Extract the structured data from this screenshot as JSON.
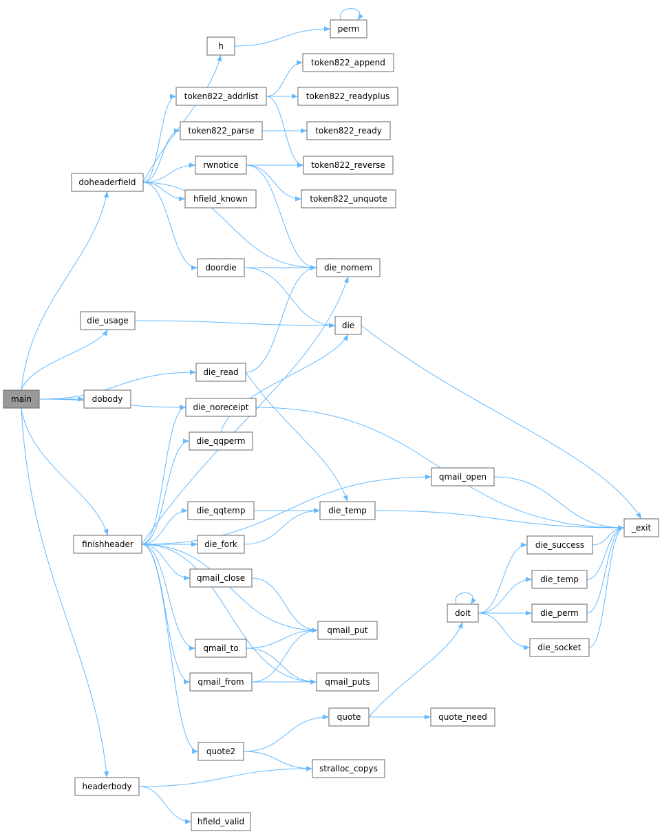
{
  "diagram": {
    "edge_color": "#63b8ff",
    "root_fill": "#999999",
    "node_fill": "#ffffff",
    "node_border": "#666666",
    "nodes": [
      {
        "id": "main",
        "label": "main",
        "root": true
      },
      {
        "id": "doheaderfield",
        "label": "doheaderfield"
      },
      {
        "id": "die_usage",
        "label": "die_usage"
      },
      {
        "id": "dobody",
        "label": "dobody"
      },
      {
        "id": "finishheader",
        "label": "finishheader"
      },
      {
        "id": "headerbody",
        "label": "headerbody"
      },
      {
        "id": "h",
        "label": "h"
      },
      {
        "id": "perm",
        "label": "perm"
      },
      {
        "id": "token822_addrlist",
        "label": "token822_addrlist"
      },
      {
        "id": "token822_parse",
        "label": "token822_parse"
      },
      {
        "id": "rwnotice",
        "label": "rwnotice"
      },
      {
        "id": "hfield_known",
        "label": "hfield_known"
      },
      {
        "id": "doordie",
        "label": "doordie"
      },
      {
        "id": "die_read",
        "label": "die_read"
      },
      {
        "id": "die_noreceipt",
        "label": "die_noreceipt"
      },
      {
        "id": "die_qqperm",
        "label": "die_qqperm"
      },
      {
        "id": "die_qqtemp",
        "label": "die_qqtemp"
      },
      {
        "id": "die_fork",
        "label": "die_fork"
      },
      {
        "id": "qmail_close",
        "label": "qmail_close"
      },
      {
        "id": "qmail_to",
        "label": "qmail_to"
      },
      {
        "id": "qmail_from",
        "label": "qmail_from"
      },
      {
        "id": "quote2",
        "label": "quote2"
      },
      {
        "id": "hfield_valid",
        "label": "hfield_valid"
      },
      {
        "id": "token822_append",
        "label": "token822_append"
      },
      {
        "id": "token822_readyplus",
        "label": "token822_readyplus"
      },
      {
        "id": "token822_ready",
        "label": "token822_ready"
      },
      {
        "id": "token822_reverse",
        "label": "token822_reverse"
      },
      {
        "id": "token822_unquote",
        "label": "token822_unquote"
      },
      {
        "id": "die_nomem",
        "label": "die_nomem"
      },
      {
        "id": "die",
        "label": "die"
      },
      {
        "id": "qmail_open",
        "label": "qmail_open"
      },
      {
        "id": "die_temp",
        "label": "die_temp"
      },
      {
        "id": "qmail_put",
        "label": "qmail_put"
      },
      {
        "id": "qmail_puts",
        "label": "qmail_puts"
      },
      {
        "id": "quote",
        "label": "quote"
      },
      {
        "id": "stralloc_copys",
        "label": "stralloc_copys"
      },
      {
        "id": "quote_need",
        "label": "quote_need"
      },
      {
        "id": "doit",
        "label": "doit"
      },
      {
        "id": "die_success",
        "label": "die_success"
      },
      {
        "id": "doit_die_temp",
        "label": "die_temp"
      },
      {
        "id": "die_perm",
        "label": "die_perm"
      },
      {
        "id": "die_socket",
        "label": "die_socket"
      },
      {
        "id": "_exit",
        "label": "_exit"
      }
    ],
    "edges": [
      [
        "main",
        "doheaderfield"
      ],
      [
        "main",
        "die_usage"
      ],
      [
        "main",
        "die_read"
      ],
      [
        "main",
        "dobody"
      ],
      [
        "main",
        "die_noreceipt"
      ],
      [
        "main",
        "finishheader"
      ],
      [
        "main",
        "headerbody"
      ],
      [
        "doheaderfield",
        "h"
      ],
      [
        "doheaderfield",
        "token822_addrlist"
      ],
      [
        "doheaderfield",
        "token822_parse"
      ],
      [
        "doheaderfield",
        "rwnotice"
      ],
      [
        "doheaderfield",
        "hfield_known"
      ],
      [
        "doheaderfield",
        "die_nomem"
      ],
      [
        "doheaderfield",
        "doordie"
      ],
      [
        "h",
        "perm"
      ],
      [
        "perm",
        "perm"
      ],
      [
        "token822_addrlist",
        "token822_append"
      ],
      [
        "token822_addrlist",
        "token822_readyplus"
      ],
      [
        "token822_addrlist",
        "token822_reverse"
      ],
      [
        "token822_parse",
        "token822_ready"
      ],
      [
        "rwnotice",
        "token822_reverse"
      ],
      [
        "rwnotice",
        "token822_unquote"
      ],
      [
        "rwnotice",
        "die_nomem"
      ],
      [
        "doordie",
        "die_nomem"
      ],
      [
        "doordie",
        "die"
      ],
      [
        "die_usage",
        "die"
      ],
      [
        "die_read",
        "die_nomem"
      ],
      [
        "die_read",
        "die_temp"
      ],
      [
        "die",
        "_exit"
      ],
      [
        "die_noreceipt",
        "_exit"
      ],
      [
        "die_qqperm",
        "die"
      ],
      [
        "finishheader",
        "die_nomem"
      ],
      [
        "finishheader",
        "die_noreceipt"
      ],
      [
        "finishheader",
        "die_qqperm"
      ],
      [
        "finishheader",
        "qmail_open"
      ],
      [
        "finishheader",
        "die_qqtemp"
      ],
      [
        "finishheader",
        "die_fork"
      ],
      [
        "finishheader",
        "qmail_close"
      ],
      [
        "finishheader",
        "qmail_put"
      ],
      [
        "finishheader",
        "qmail_to"
      ],
      [
        "finishheader",
        "qmail_from"
      ],
      [
        "finishheader",
        "qmail_puts"
      ],
      [
        "finishheader",
        "quote2"
      ],
      [
        "qmail_open",
        "_exit"
      ],
      [
        "die_qqtemp",
        "die_temp"
      ],
      [
        "die_fork",
        "die_temp"
      ],
      [
        "die_temp",
        "_exit"
      ],
      [
        "qmail_close",
        "qmail_put"
      ],
      [
        "qmail_to",
        "qmail_put"
      ],
      [
        "qmail_to",
        "qmail_puts"
      ],
      [
        "qmail_from",
        "qmail_put"
      ],
      [
        "qmail_from",
        "qmail_puts"
      ],
      [
        "quote2",
        "quote"
      ],
      [
        "quote2",
        "stralloc_copys"
      ],
      [
        "quote",
        "doit"
      ],
      [
        "quote",
        "quote_need"
      ],
      [
        "doit",
        "doit"
      ],
      [
        "doit",
        "die_success"
      ],
      [
        "doit",
        "doit_die_temp"
      ],
      [
        "doit",
        "die_perm"
      ],
      [
        "doit",
        "die_socket"
      ],
      [
        "die_success",
        "_exit"
      ],
      [
        "doit_die_temp",
        "_exit"
      ],
      [
        "die_perm",
        "_exit"
      ],
      [
        "die_socket",
        "_exit"
      ],
      [
        "headerbody",
        "stralloc_copys"
      ],
      [
        "headerbody",
        "hfield_valid"
      ]
    ]
  }
}
